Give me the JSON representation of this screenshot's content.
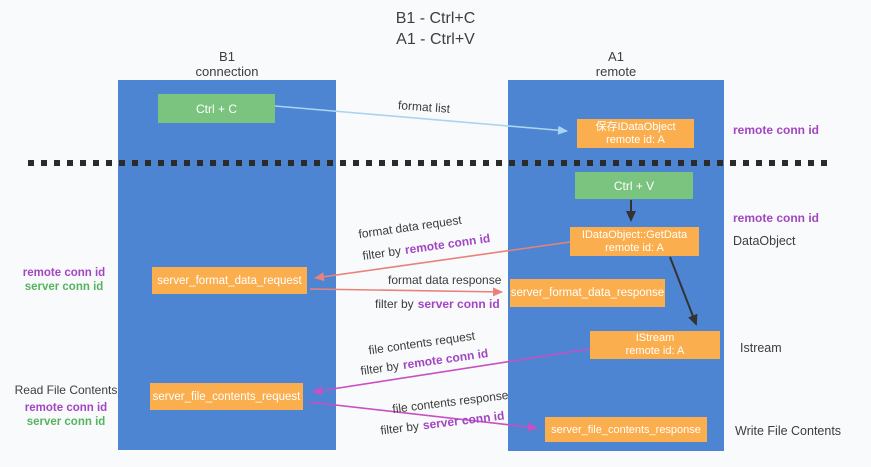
{
  "title": {
    "line1": "B1 - Ctrl+C",
    "line2": "A1 - Ctrl+V"
  },
  "lanes": {
    "b1": {
      "name": "B1",
      "role": "connection"
    },
    "a1": {
      "name": "A1",
      "role": "remote"
    }
  },
  "boxes": {
    "ctrl_c": {
      "label": "Ctrl + C"
    },
    "save_dataobject": {
      "line1": "保存IDataObject",
      "line2": "remote id: A"
    },
    "ctrl_v": {
      "label": "Ctrl + V"
    },
    "getdata": {
      "line1": "IDataObject::GetData",
      "line2": "remote id: A"
    },
    "server_format_data_request": {
      "label": "server_format_data_request"
    },
    "server_format_data_response": {
      "label": "server_format_data_response"
    },
    "istream": {
      "line1": "IStream",
      "line2": "remote id: A"
    },
    "server_file_contents_request": {
      "label": "server_file_contents_request"
    },
    "server_file_contents_response": {
      "label": "server_file_contents_response"
    }
  },
  "flow_labels": {
    "format_list": "format list",
    "format_data_request": "format data request",
    "format_data_request_filter_prefix": "filter by",
    "format_data_request_filter_id": "remote conn id",
    "format_data_response": "format data response",
    "format_data_response_filter_prefix": "filter by",
    "format_data_response_filter_id": "server conn id",
    "file_contents_request": "file contents request",
    "file_contents_request_filter_prefix": "filter by",
    "file_contents_request_filter_id": "remote conn id",
    "file_contents_response": "file contents response",
    "file_contents_response_filter_prefix": "filter by",
    "file_contents_response_filter_id": "server conn id"
  },
  "side_labels": {
    "right_top_conn_id": "remote conn id",
    "right_mid_conn_id": "remote conn id",
    "dataobject": "DataObject",
    "istream": "Istream",
    "write_file_contents": "Write File Contents",
    "left_mid_remote": "remote conn id",
    "left_mid_server": "server conn id",
    "read_file_contents": "Read File Contents",
    "left_bottom_remote": "remote conn id",
    "left_bottom_server": "server conn id"
  },
  "colors": {
    "lane_blue": "#4d85d3",
    "box_green": "#7bc47f",
    "box_orange": "#fbae4d",
    "arrow_salmon": "#e8827a",
    "arrow_magenta": "#c750c3",
    "arrow_lightblue": "#aad4f0",
    "arrow_black": "#333333",
    "text_purple": "#a346c2",
    "text_green": "#55b55f",
    "dashed_line": "#2b2b2b"
  }
}
